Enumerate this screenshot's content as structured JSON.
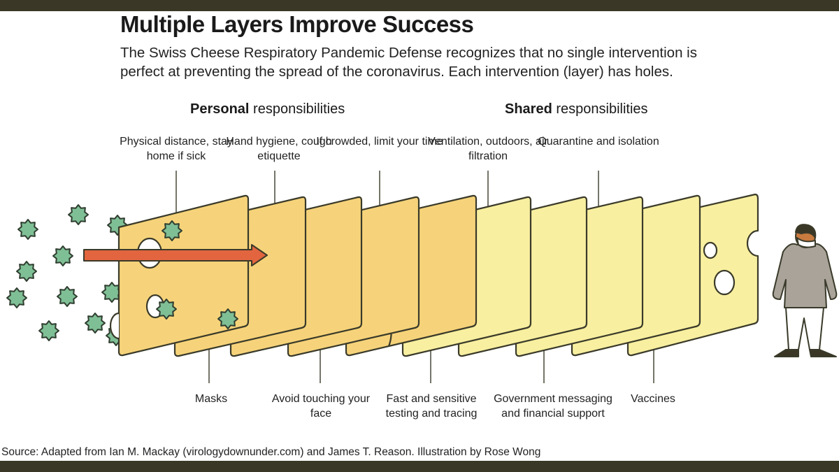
{
  "title": "Multiple Layers Improve Success",
  "subtitle": "The Swiss Cheese Respiratory Pandemic Defense recognizes that no single intervention is perfect at preventing the spread of the coronavirus. Each intervention (layer) has holes.",
  "sections": {
    "personal": {
      "bold": "Personal",
      "rest": " responsibilities"
    },
    "shared": {
      "bold": "Shared",
      "rest": " responsibilities"
    }
  },
  "layer_labels_top": [
    "Physical distance, stay home if sick",
    "Hand hygiene, cough etiquette",
    "If crowded, limit your time",
    "Ventilation, outdoors, air filtration",
    "Quarantine and isolation"
  ],
  "layer_labels_bottom": [
    "Masks",
    "Avoid touching your face",
    "Fast and sensitive testing and tracing",
    "Government messaging and financial support",
    "Vaccines"
  ],
  "source": "Source: Adapted from Ian M. Mackay (virologydownunder.com) and James T. Reason. Illustration by Rose Wong",
  "colors": {
    "frame_bar": "#3b3726",
    "cheese_personal": "#f6d37a",
    "cheese_shared": "#f8efa0",
    "virus": "#7fbf96",
    "arrow": "#e2653f",
    "outline": "#3a3a2a"
  },
  "icons": [
    "virus-icon",
    "arrow-icon",
    "cheese-slice-icon",
    "person-figure-icon",
    "mouse-icon"
  ]
}
